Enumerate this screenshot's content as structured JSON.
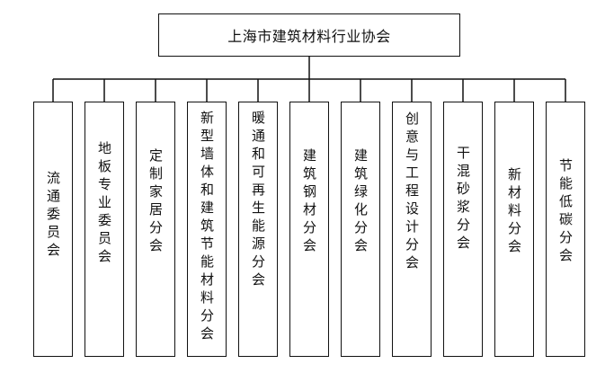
{
  "diagram": {
    "root": {
      "label": "上海市建筑材料行业协会"
    },
    "branches": [
      {
        "label": "流通委员会"
      },
      {
        "label": "地板专业委员会"
      },
      {
        "label": "定制家居分会"
      },
      {
        "label": "新型墙体和建筑节能材料分会"
      },
      {
        "label": "暖通和可再生能源分会"
      },
      {
        "label": "建筑钢材分会"
      },
      {
        "label": "建筑绿化分会"
      },
      {
        "label": "创意与工程设计分会"
      },
      {
        "label": "干混砂浆分会"
      },
      {
        "label": "新材料分会"
      },
      {
        "label": "节能低碳分会"
      }
    ]
  }
}
